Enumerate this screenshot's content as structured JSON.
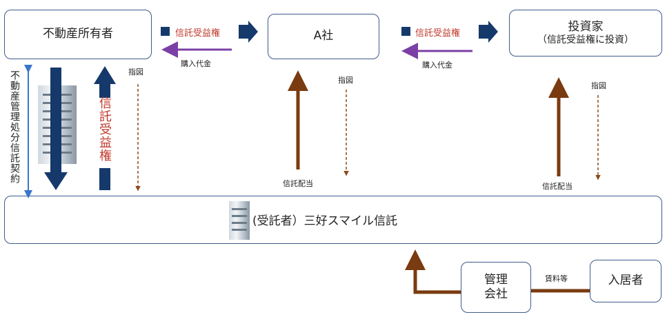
{
  "nodes": {
    "owner": "不動産所有者",
    "company_a": "A社",
    "investor_line1": "投資家",
    "investor_line2": "（信託受益権に投資）",
    "trustee": "(受託者）三好スマイル信託",
    "manager_line1": "管理",
    "manager_line2": "会社",
    "tenant": "入居者"
  },
  "labels": {
    "beneficial_interest_1": "信託受益権",
    "beneficial_interest_2": "信託受益権",
    "purchase_price_1": "購入代金",
    "purchase_price_2": "購入代金",
    "instruction_1": "指図",
    "instruction_2": "指図",
    "instruction_3": "指図",
    "dividend_1": "信託配当",
    "dividend_2": "信託配当",
    "rent": "賃料等",
    "trust_contract": "不動産管理処分信託契約",
    "vertical_beneficial": "信託受益権"
  },
  "colors": {
    "box_border": "#3d5a8a",
    "navy": "#15396b",
    "red_text": "#c0392b",
    "purple": "#7b3fa6",
    "brown": "#7a3b10",
    "blue_line": "#3a76c9"
  }
}
